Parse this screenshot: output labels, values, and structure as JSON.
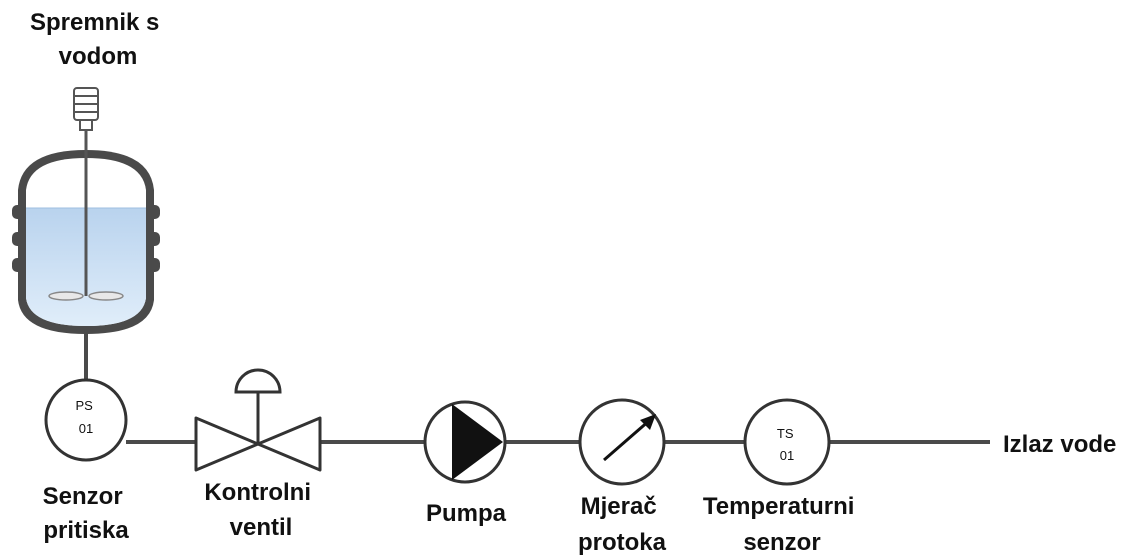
{
  "labels": {
    "tank": [
      "Spremnik s",
      "vodom"
    ],
    "pressure_sensor": [
      "Senzor",
      "pritiska"
    ],
    "control_valve": [
      "Kontrolni",
      "ventil"
    ],
    "pump": [
      "Pumpa"
    ],
    "flow_meter": [
      "Mjerač",
      "protoka"
    ],
    "temperature_sensor": [
      "Temperaturni",
      "senzor"
    ],
    "outlet": [
      "Izlaz vode"
    ]
  },
  "tags": {
    "pressure_sensor": [
      "PS",
      "01"
    ],
    "temperature_sensor": [
      "TS",
      "01"
    ]
  },
  "colors": {
    "pipe": "#4a4a4a",
    "outline": "#333333",
    "tank_body": "#4a4a4a",
    "water": "#c5dcf0",
    "pump_fill": "#111111"
  }
}
